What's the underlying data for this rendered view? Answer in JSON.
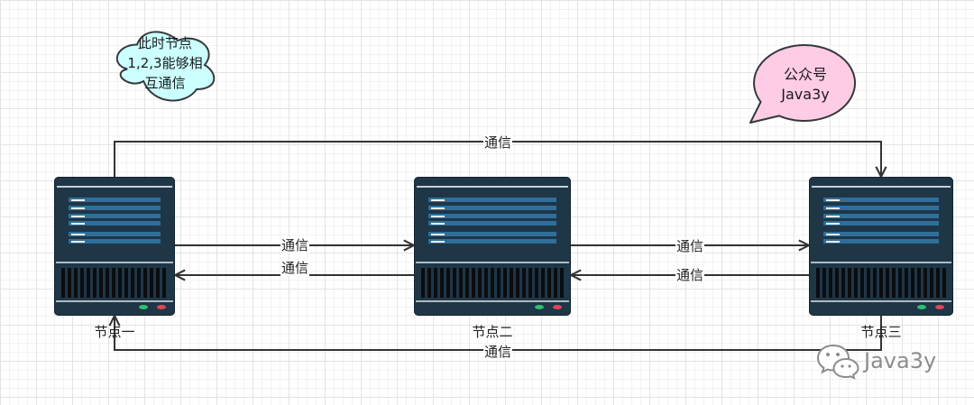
{
  "diagram": {
    "note": {
      "lines": [
        "此时节点",
        "1,2,3能够相",
        "互通信"
      ]
    },
    "callout": {
      "lines": [
        "公众号",
        "Java3y"
      ]
    },
    "nodes": [
      {
        "label": "节点一"
      },
      {
        "label": "节点二"
      },
      {
        "label": "节点三"
      }
    ],
    "edges": [
      {
        "from": 1,
        "to": 3,
        "label": "通信"
      },
      {
        "from": 1,
        "to": 2,
        "label": "通信"
      },
      {
        "from": 2,
        "to": 1,
        "label": "通信"
      },
      {
        "from": 2,
        "to": 3,
        "label": "通信"
      },
      {
        "from": 3,
        "to": 2,
        "label": "通信"
      },
      {
        "from": 3,
        "to": 1,
        "label": "通信"
      }
    ]
  },
  "watermark": {
    "icon": "wechat-icon",
    "text": "Java3y"
  },
  "colors": {
    "note_fill": "#ccffff",
    "callout_fill": "#ffcce6",
    "server_body": "#1f3647",
    "server_bar": "#2f6f99",
    "edge": "#333333",
    "led_green": "#2fbf71",
    "led_red": "#e0455a",
    "watermark": "#8c8c8c"
  }
}
